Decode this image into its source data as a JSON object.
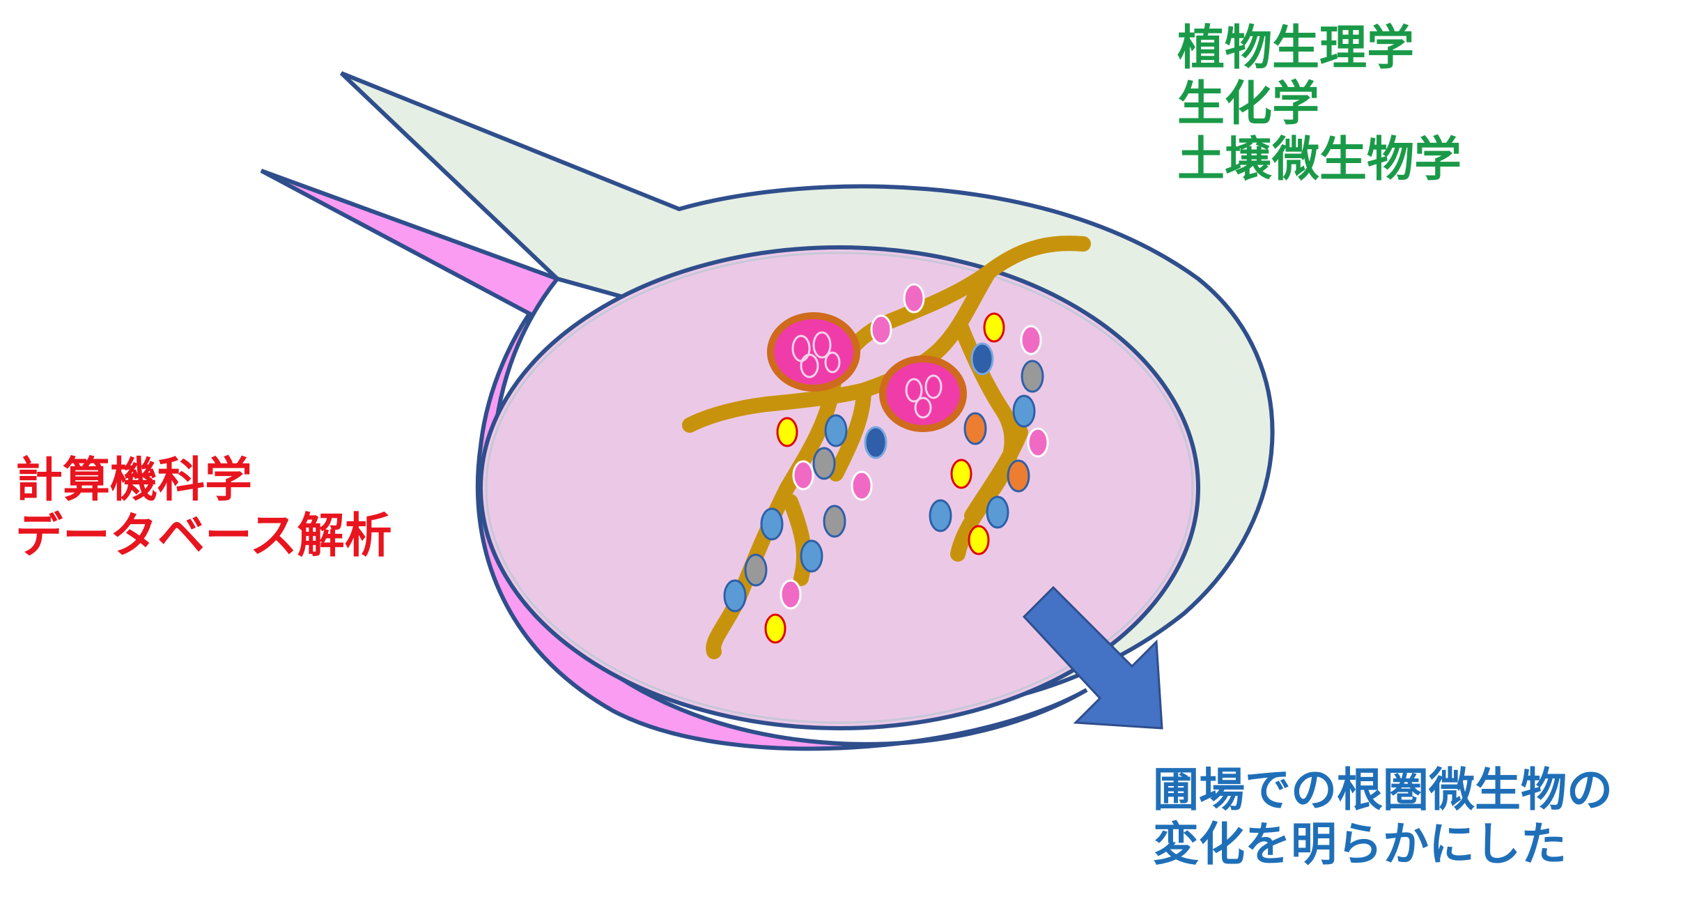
{
  "colors": {
    "green_text": "#1a9a48",
    "red_text": "#e8141e",
    "blue_text": "#1f6fb8",
    "outline_navy": "#2f4e8c",
    "back_bubble_fill": "#e6efe3",
    "magenta_bubble_fill": "#f99cf2",
    "soil_circle_fill": "#ebc9e6",
    "root_brown": "#c8930c",
    "arrow_blue": "#4472c4",
    "cell_pink": "#f03ca8",
    "cell_rim": "#cf6b1c"
  },
  "left_labels": {
    "line1": "計算機科学",
    "line2": "データベース解析"
  },
  "right_labels": {
    "line1": "植物生理学",
    "line2": "生化学",
    "line3": "土壌微生物学"
  },
  "bottom_labels": {
    "line1": "圃場での根圏微生物の",
    "line2": "変化を明らかにした"
  },
  "microbe_palette": {
    "pink": "#f06ac4",
    "blue": "#5b9bd5",
    "navy": "#2e5fa8",
    "gray": "#999999",
    "yellow": "#ffff00",
    "orange": "#ed7d31"
  }
}
